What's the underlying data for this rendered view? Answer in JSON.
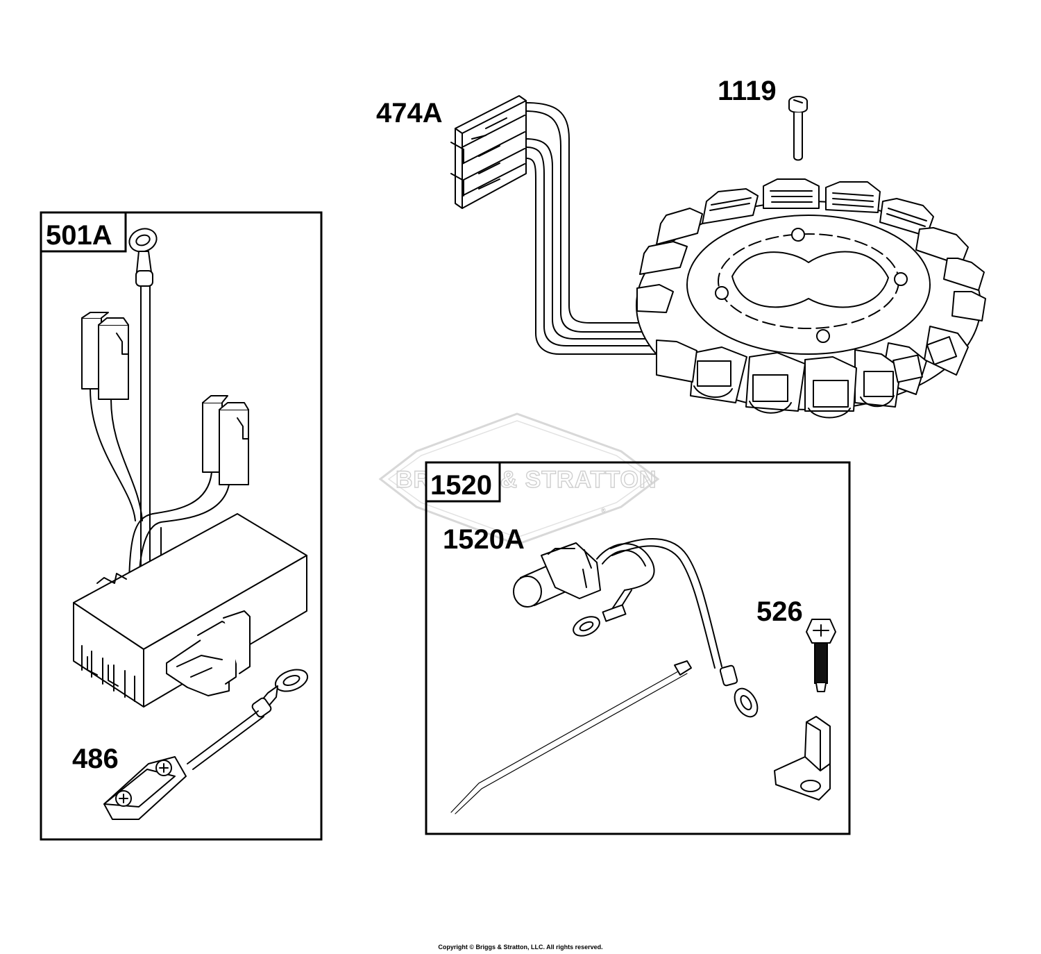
{
  "labels": {
    "stator_connector": "474A",
    "screw_top": "1119",
    "rectifier_kit": "501A",
    "ground_wire": "486",
    "oil_switch_kit": "1520",
    "oil_switch": "1520A",
    "screw_bottom": "526"
  },
  "watermark": {
    "brand": "BRIGGS & STRATTON",
    "registered": "®"
  },
  "footer": {
    "copyright": "Copyright © Briggs & Stratton, LLC. All rights reserved."
  },
  "colors": {
    "line": "#000000",
    "watermark": "#cfcfcf",
    "background": "#ffffff"
  }
}
